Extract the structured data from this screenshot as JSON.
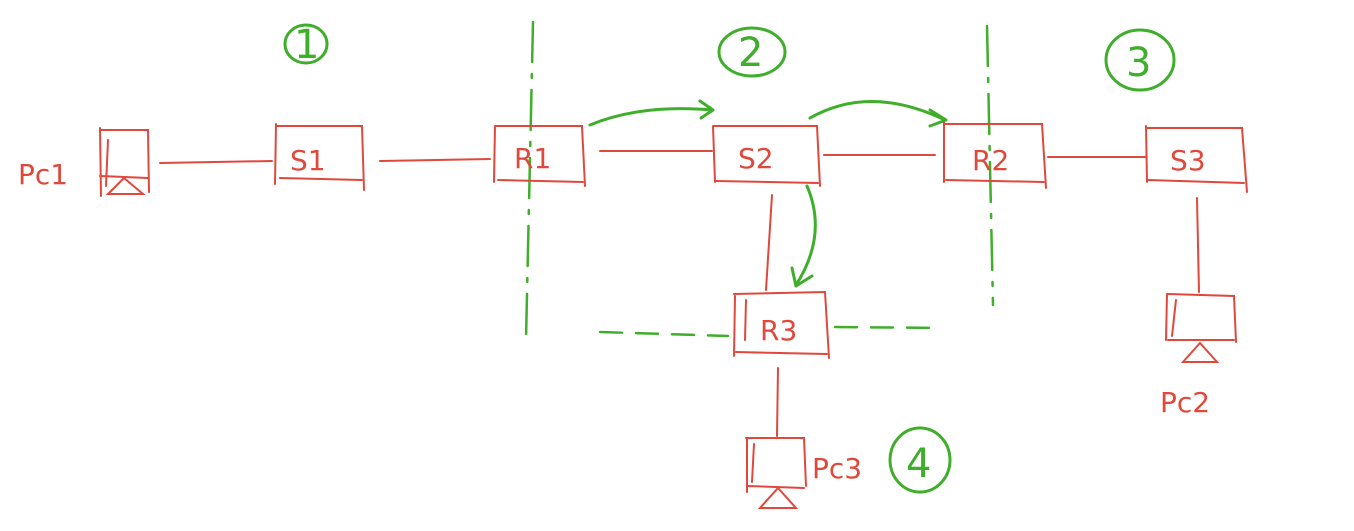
{
  "colors": {
    "device": "#e0483c",
    "annotation": "#3fae2a"
  },
  "zones": [
    "1",
    "2",
    "3",
    "4"
  ],
  "devices": {
    "pc1": "Pc1",
    "s1": "S1",
    "r1": "R1",
    "s2": "S2",
    "r2": "R2",
    "s3": "S3",
    "r3": "R3",
    "pc2": "Pc2",
    "pc3": "Pc3"
  }
}
